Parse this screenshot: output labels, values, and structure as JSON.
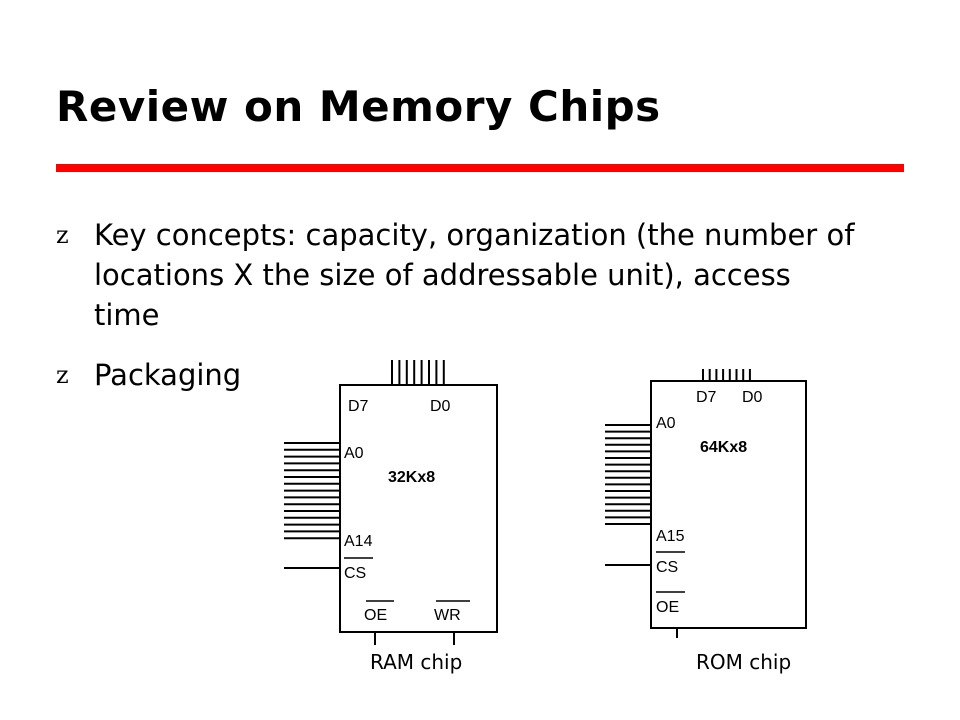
{
  "slide": {
    "title": "Review on Memory Chips",
    "accent_color": "#ff0000",
    "bullet_glyph": "z",
    "bullets": [
      "Key concepts: capacity, organization (the number of locations X the size of addressable unit), access time",
      "Packaging"
    ]
  },
  "ram_chip": {
    "caption": "RAM chip",
    "capacity": "32Kx8",
    "data_high": "D7",
    "data_low": "D0",
    "addr_low": "A0",
    "addr_high": "A14",
    "cs": "CS",
    "oe": "OE",
    "wr": "WR"
  },
  "rom_chip": {
    "caption": "ROM chip",
    "capacity": "64Kx8",
    "data_high": "D7",
    "data_low": "D0",
    "addr_low": "A0",
    "addr_high": "A15",
    "cs": "CS",
    "oe": "OE"
  }
}
